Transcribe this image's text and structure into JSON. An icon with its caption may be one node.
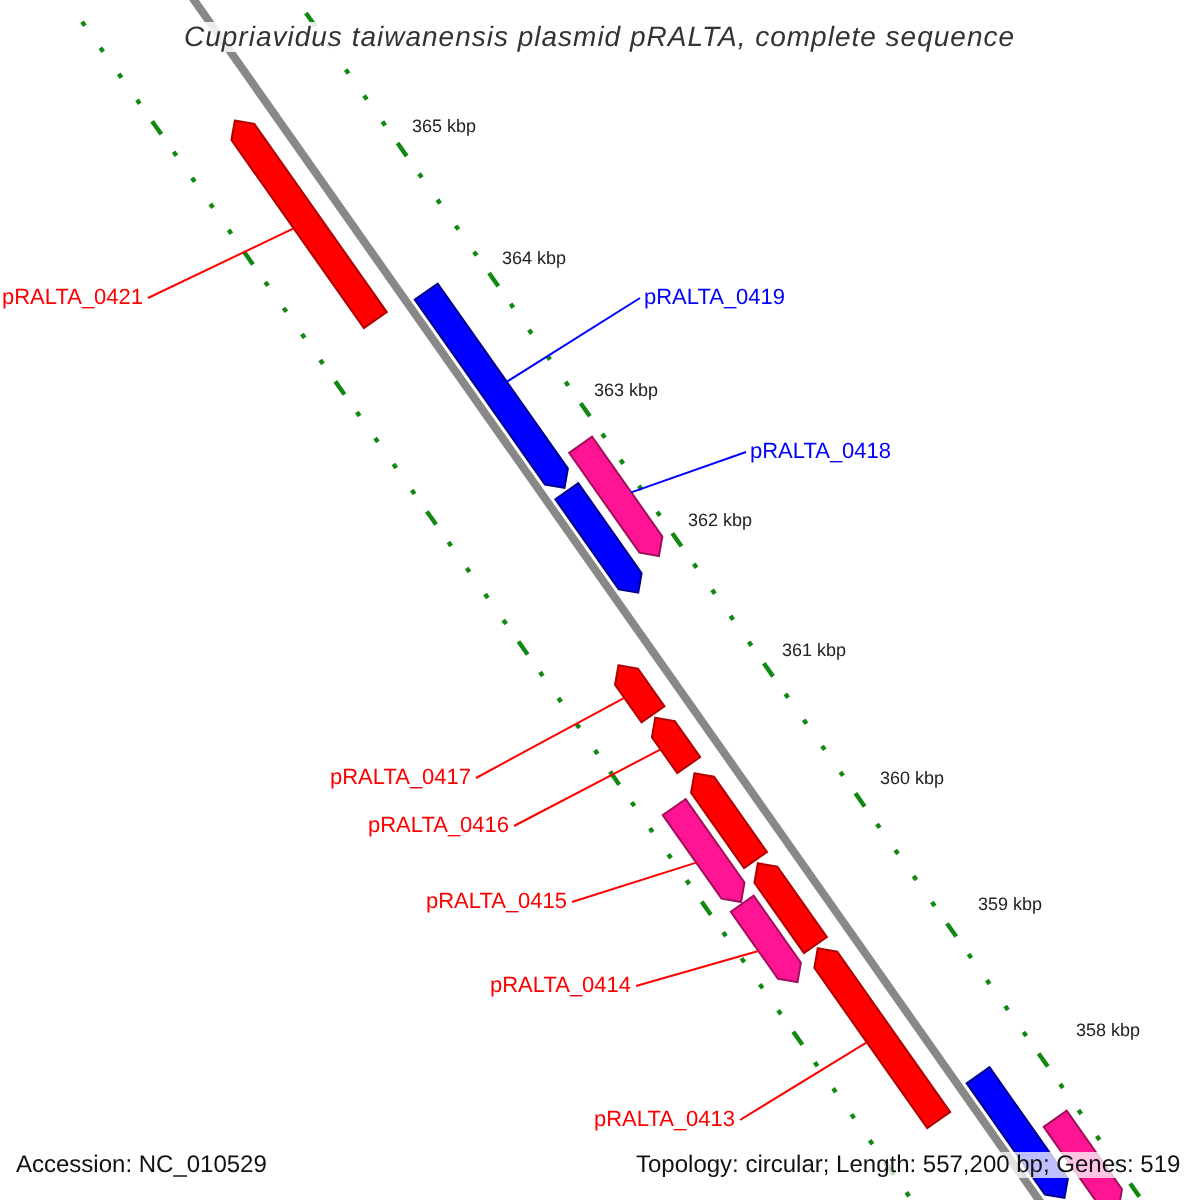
{
  "diagram": {
    "title": "Cupriavidus taiwanensis plasmid pRALTA, complete sequence",
    "nodes": [
      {
        "text": [
          "pRALTA_0421"
        ]
      },
      {
        "text": [
          "pRALTA_0419"
        ]
      },
      {
        "text": [
          "pRALTA_0418"
        ]
      },
      {
        "text": [
          "pRALTA_0417"
        ]
      },
      {
        "text": [
          "pRALTA_0416"
        ]
      },
      {
        "text": [
          "pRALTA_0415"
        ]
      },
      {
        "text": [
          "pRALTA_0414"
        ]
      },
      {
        "text": [
          "pRALTA_0413"
        ]
      },
      {
        "text": [],
        "shape": "arrow"
      },
      {
        "text": [],
        "shape": "arrow"
      },
      {
        "text": [],
        "shape": "arrow"
      },
      {
        "text": [],
        "shape": "arrow"
      },
      {
        "text": [],
        "shape": "arrow"
      },
      {
        "text": [],
        "shape": "arrow"
      },
      {
        "text": [],
        "shape": "arrow"
      },
      {
        "text": [],
        "shape": "arrow"
      },
      {
        "text": [],
        "shape": "arrow"
      },
      {
        "text": [],
        "shape": "arrow"
      },
      {
        "text": [],
        "shape": "arrow"
      },
      {
        "text": [],
        "shape": "arrow"
      },
      {
        "text": [],
        "shape": "arrow"
      }
    ],
    "edges": [
      {
        "from": 0,
        "to": 8,
        "arrow": "none"
      },
      {
        "from": 1,
        "to": 9,
        "arrow": "none",
        "color": "#0000ff"
      },
      {
        "from": 2,
        "to": 10,
        "arrow": "none",
        "color": "#0000ff"
      },
      {
        "from": 3,
        "to": 12,
        "arrow": "none"
      },
      {
        "from": 4,
        "to": 13,
        "arrow": "none"
      },
      {
        "from": 5,
        "to": 15,
        "arrow": "none"
      },
      {
        "from": 6,
        "to": 17,
        "arrow": "none"
      },
      {
        "from": 7,
        "to": 18,
        "arrow": "none"
      }
    ],
    "labels": [
      "365 kbp",
      "364 kbp",
      "363 kbp",
      "362 kbp",
      "361 kbp",
      "360 kbp",
      "359 kbp",
      "358 kbp",
      "Accession: NC_010529",
      "Topology: circular; Length: 557,200 bp; Genes: 519"
    ]
  }
}
